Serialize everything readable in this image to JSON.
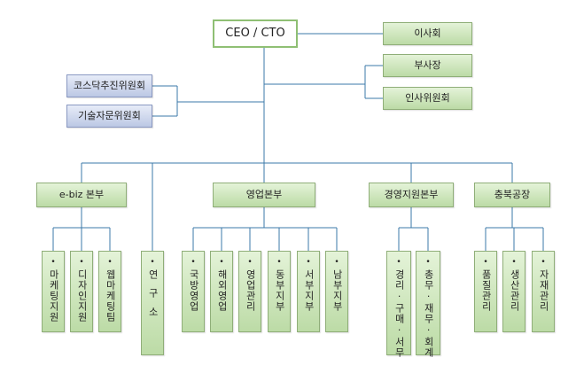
{
  "top": {
    "ceo": "CEO / CTO",
    "board": "이사회",
    "vice_president": "부사장",
    "hr_committee": "인사위원회"
  },
  "committees": [
    "코스닥추진위원회",
    "기술자문위원회"
  ],
  "divisions": {
    "ebiz": "e-biz 본부",
    "sales": "영업본부",
    "management": "경영지원본부",
    "factory": "충북공장"
  },
  "leaves": {
    "marketing_support": "마케팅지원",
    "design_support": "디자인지원",
    "web_marketing": "웹마케팅팀",
    "research": "연구소",
    "defense_sales": "국방영업",
    "overseas_sales": "해외영업",
    "sales_management": "영업관리",
    "east_branch": "동부지부",
    "west_branch": "서부지부",
    "south_branch": "남부지부",
    "mgmt_col1": "경리·구매·서무",
    "mgmt_col2": "총무·재무·회계",
    "quality_management": "품질관리",
    "production_management": "생산관리",
    "materials_management": "자재관리"
  },
  "colors": {
    "line": "#3b78a8",
    "green_fill": "#c8e3b4",
    "blue_fill": "#c9d3ec"
  }
}
